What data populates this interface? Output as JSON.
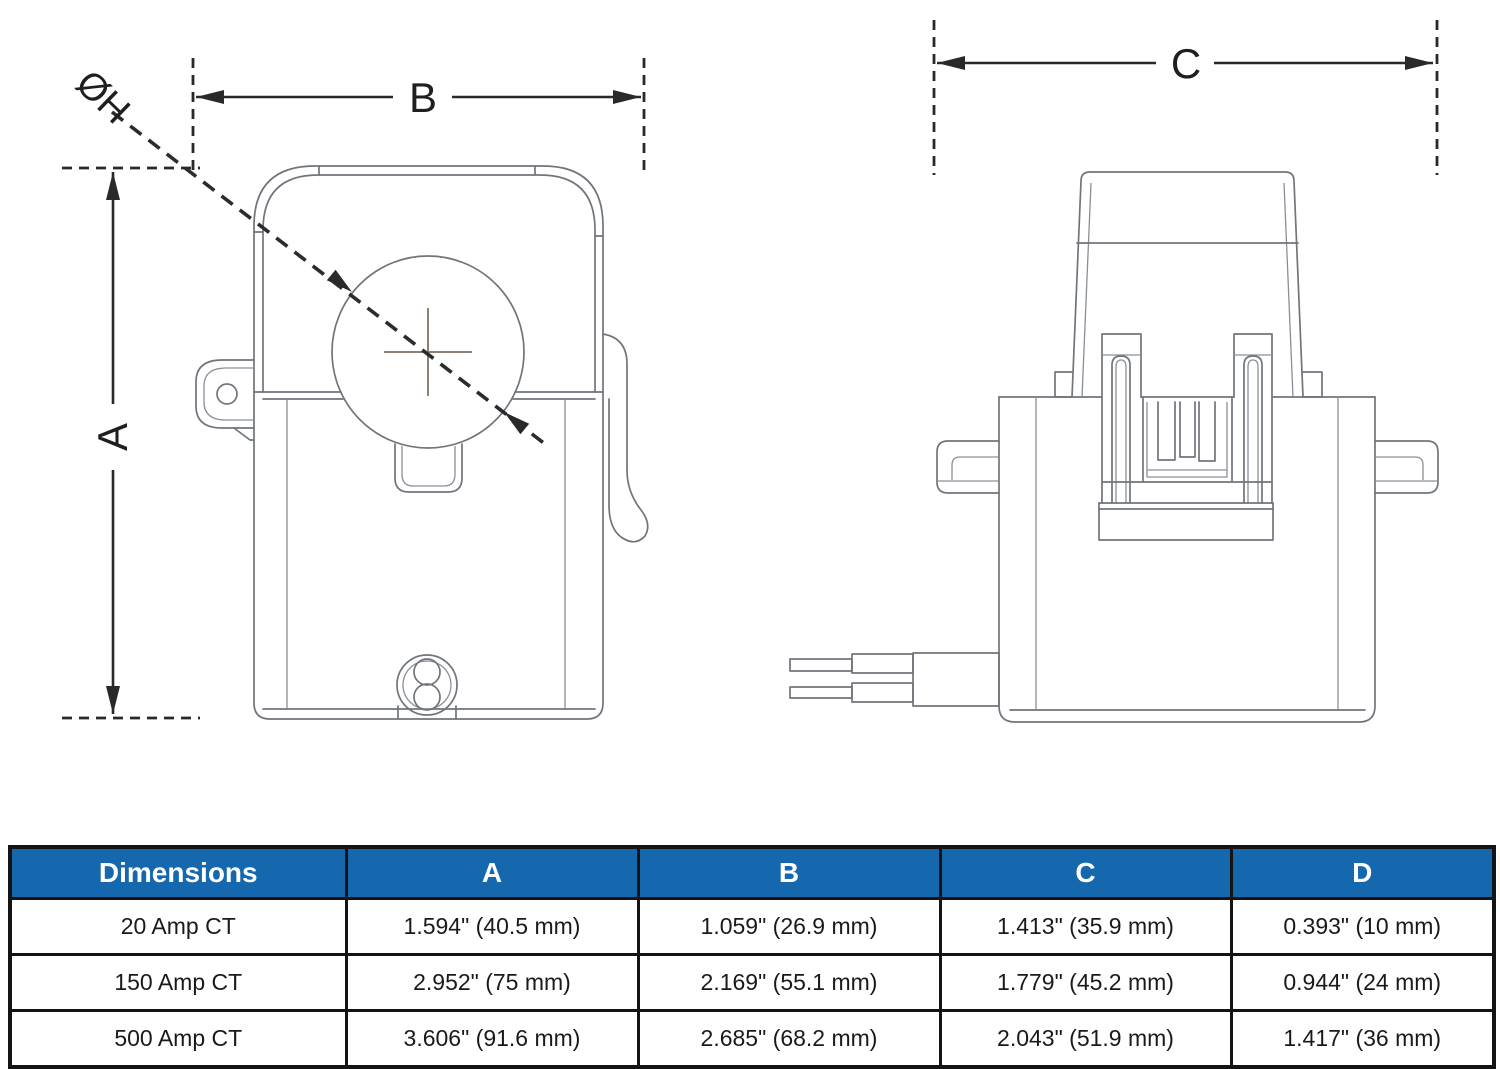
{
  "page": {
    "background": "#ffffff",
    "description": "Split-core current transformer dimensional drawing with front view, side view and dimension table"
  },
  "drawing": {
    "line_color": "#70757c",
    "dimension_color": "#28292b",
    "labels": {
      "height": "A",
      "width": "B",
      "depth": "C",
      "aperture": "ØH"
    }
  },
  "table": {
    "header_bg": "#1567ae",
    "header_text_color": "#ffffff",
    "border_color": "#141414",
    "headers": [
      "Dimensions",
      "A",
      "B",
      "C",
      "D"
    ],
    "rows": [
      {
        "label": "20 Amp CT",
        "a": "1.594\" (40.5 mm)",
        "b": "1.059\" (26.9 mm)",
        "c": "1.413\" (35.9 mm)",
        "d": "0.393\" (10 mm)"
      },
      {
        "label": "150 Amp CT",
        "a": "2.952\" (75 mm)",
        "b": "2.169\" (55.1 mm)",
        "c": "1.779\" (45.2 mm)",
        "d": "0.944\" (24 mm)"
      },
      {
        "label": "500 Amp CT",
        "a": "3.606\" (91.6 mm)",
        "b": "2.685\" (68.2 mm)",
        "c": "2.043\" (51.9 mm)",
        "d": "1.417\" (36 mm)"
      }
    ]
  }
}
